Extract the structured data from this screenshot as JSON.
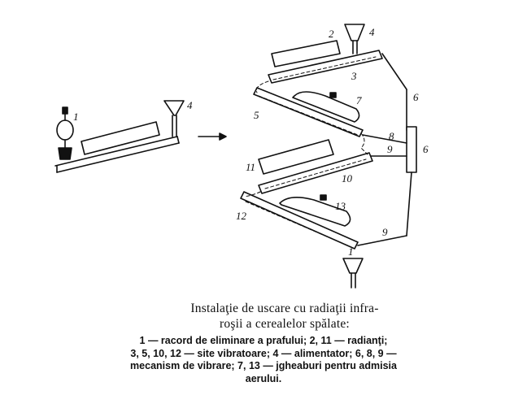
{
  "diagram": {
    "labels": {
      "top_dryer": [
        "2",
        "4",
        "3",
        "7",
        "5",
        "8",
        "9",
        "6",
        "6",
        "11",
        "10",
        "12",
        "13",
        "9",
        "1"
      ],
      "left_unit": [
        "1",
        "4"
      ]
    }
  },
  "caption": {
    "title_line1": "Instalaţie de uscare cu radiaţii infra-",
    "title_line2": "roşii a cerealelor spălate:",
    "legend_line1": "1 — racord de eliminare a prafului; 2, 11 — radianţi;",
    "legend_line2": "3, 5, 10, 12 — site vibratoare; 4 — alimentator; 6, 8, 9 —",
    "legend_line3": "mecanism de vibrare; 7, 13 — jgheaburi pentru admisia",
    "legend_line4": "aerului."
  }
}
